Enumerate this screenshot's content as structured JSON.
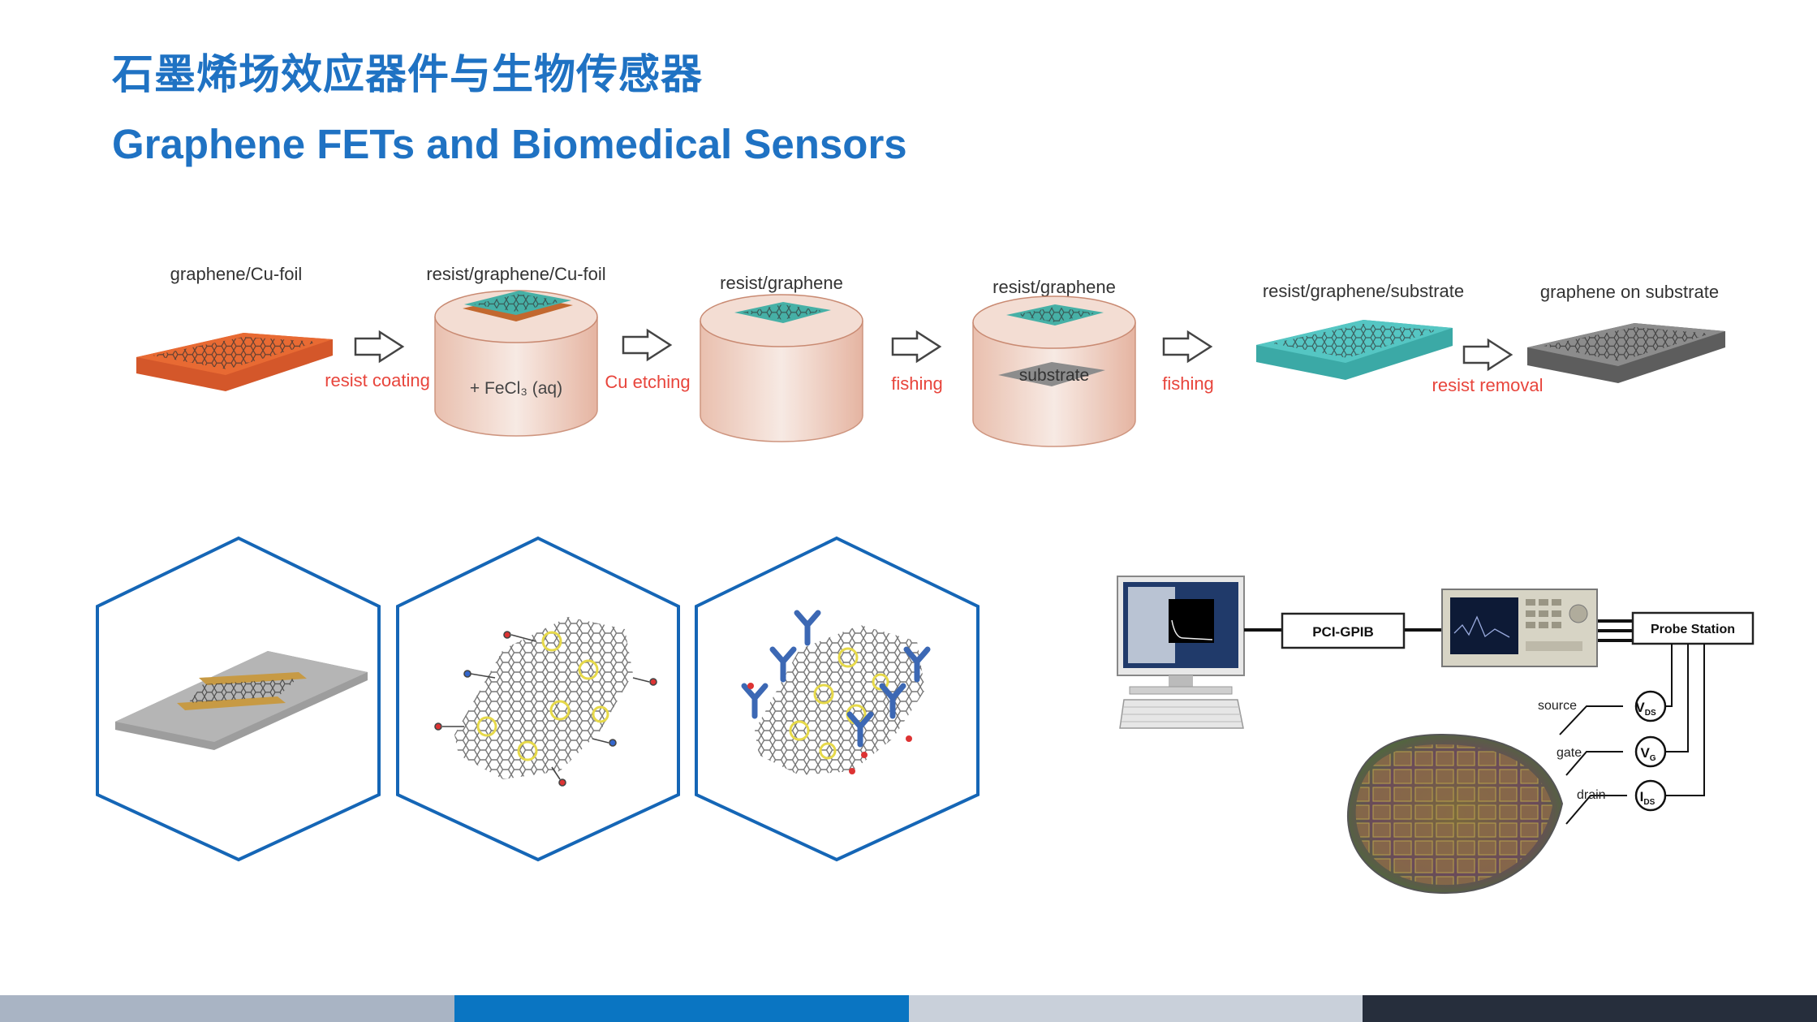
{
  "title_cn": "石墨烯场效应器件与生物传感器",
  "title_en": "Graphene FETs and Biomedical Sensors",
  "process": {
    "stages": [
      {
        "label": "graphene/Cu-foil"
      },
      {
        "label": "resist/graphene/Cu-foil",
        "inner": "+ FeCl₃ (aq)"
      },
      {
        "label": "resist/graphene"
      },
      {
        "label": "resist/graphene",
        "inner": "substrate"
      },
      {
        "label": "resist/graphene/substrate"
      },
      {
        "label": "graphene on substrate"
      }
    ],
    "steps": [
      "resist coating",
      "Cu etching",
      "fishing",
      "fishing",
      "resist removal"
    ]
  },
  "setup": {
    "pci_label": "PCI-GPIB",
    "probe_label": "Probe Station",
    "terminals": [
      {
        "name": "source",
        "symbol": "V",
        "sub": "DS"
      },
      {
        "name": "gate",
        "symbol": "V",
        "sub": "G"
      },
      {
        "name": "drain",
        "symbol": "I",
        "sub": "DS"
      }
    ]
  },
  "colors": {
    "title": "#1F72C3",
    "accent_red": "#E8453C",
    "hex_border": "#1566B6",
    "footer": [
      "#A9B4C4",
      "#0A75C2",
      "#C9D0DA",
      "#262E3C"
    ]
  }
}
